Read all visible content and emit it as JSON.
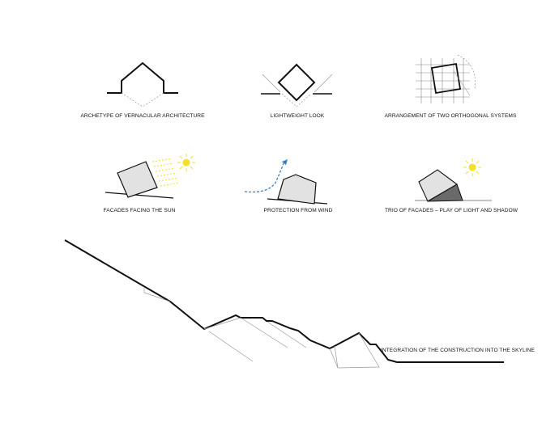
{
  "diagrams": [
    {
      "id": "archetype",
      "caption": "ARCHETYPE OF VERNACULAR ARCHITECTURE"
    },
    {
      "id": "lightweight",
      "caption": "LIGHTWEIGHT LOOK"
    },
    {
      "id": "orthogonal",
      "caption": "ARRANGEMENT OF TWO ORTHOGONAL SYSTEMS"
    },
    {
      "id": "sun",
      "caption": "FACADES FACING THE SUN"
    },
    {
      "id": "wind",
      "caption": "PROTECTION FROM WIND"
    },
    {
      "id": "light-shadow",
      "caption": "TRIO OF FACADES – PLAY OF LIGHT AND SHADOW"
    },
    {
      "id": "skyline",
      "caption": "INTEGRATION OF THE CONSTRUCTION INTO THE SKYLINE"
    }
  ],
  "colors": {
    "line": "#111111",
    "thin_line": "#9a9a9a",
    "dashed": "#999999",
    "sun": "#f2e02a",
    "wind": "#3a7fc2",
    "facade_light": "#e2e2e2",
    "facade_dark": "#6a6a6a"
  }
}
